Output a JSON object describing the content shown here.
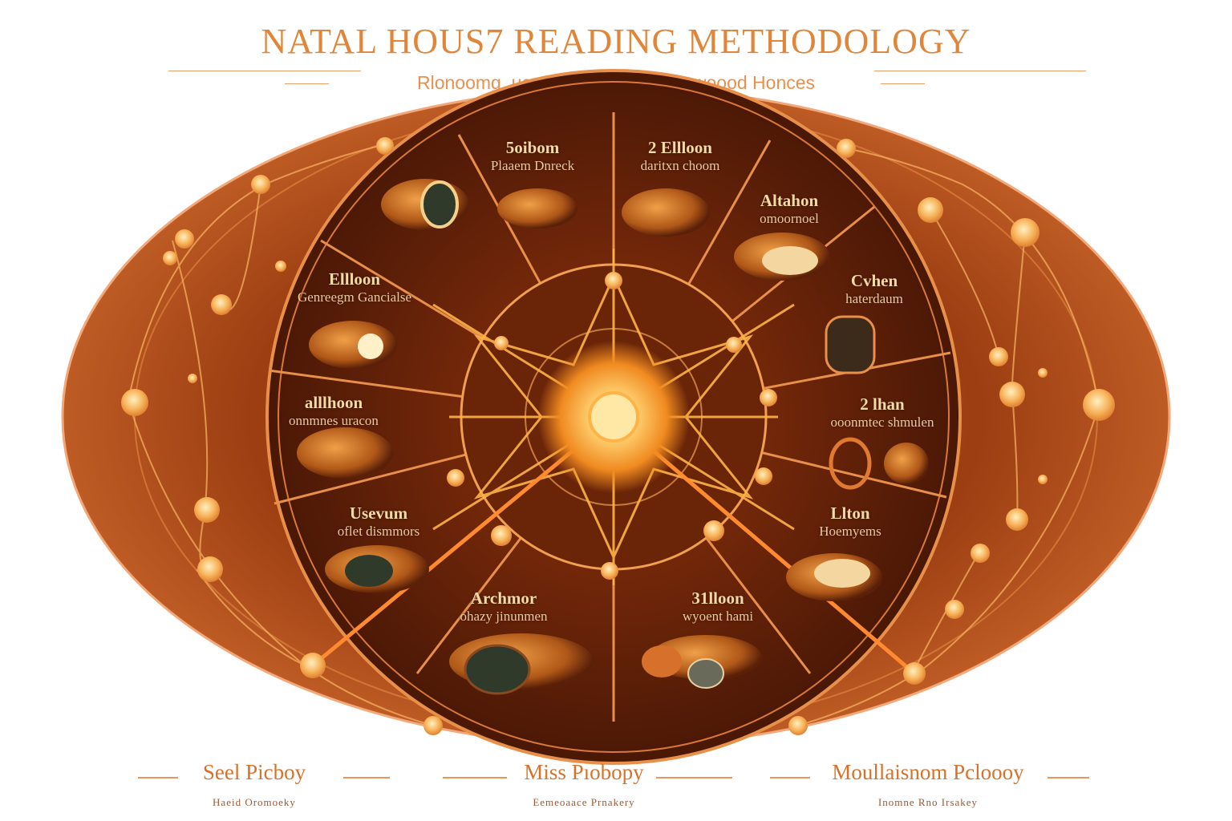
{
  "header": {
    "title": "NATAL HOUS7 READING METHODOLOGY",
    "subtitle": "Rlonoomg, ue rnmvene or be our woood Honces"
  },
  "houses": [
    {
      "name": "5oibom",
      "sub": "Plaaem Dnreck"
    },
    {
      "name": "2 Ellloon",
      "sub": "daritxn choom"
    },
    {
      "name": "Altahon",
      "sub": "omoornoel"
    },
    {
      "name": "Cvhen",
      "sub": "haterdaum"
    },
    {
      "name": "2 lhan",
      "sub": "ooonmtec shmulen"
    },
    {
      "name": "Llton",
      "sub": "Hoemyems"
    },
    {
      "name": "31lloon",
      "sub": "wyoent hami"
    },
    {
      "name": "Archmor",
      "sub": "ohazy jinunmen"
    },
    {
      "name": "Usevum",
      "sub": "oflet dismmors"
    },
    {
      "name": "alllhoon",
      "sub": "onnmnes uracon"
    },
    {
      "name": "Ellloon",
      "sub": "Genreegm Gancialse"
    }
  ],
  "footer": [
    {
      "title": "Seel Picboy",
      "sub": "Haeid Oromoeky"
    },
    {
      "title": "Miss Pıobopy",
      "sub": "Eemeoaace Prnakery"
    },
    {
      "title": "Moullaisnom Pcloooy",
      "sub": "Inomne Rno Irsakey"
    }
  ],
  "colors": {
    "accent": "#e0863a",
    "wheel_dark": "#5a1f08",
    "wheel_mid": "#9a3f10",
    "glow": "#ffb347",
    "line": "#f0a040"
  }
}
